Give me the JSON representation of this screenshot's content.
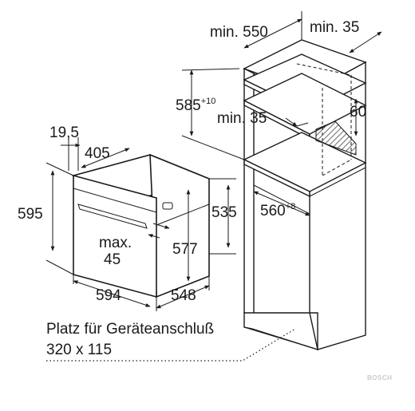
{
  "dimensions": {
    "niche_width": "min. 550",
    "side_gap": "min. 35",
    "niche_height_base": "585",
    "niche_height_sup": "+10",
    "vent_gap": "min. 35",
    "vent_depth": "60",
    "niche_inner_base": "560",
    "niche_inner_sup": "+8",
    "panel_thickness": "19,5",
    "oven_depth_top": "405",
    "oven_height": "595",
    "oven_body_height": "535",
    "handle_gap_line1": "max.",
    "handle_gap_line2": "45",
    "oven_inner_height": "577",
    "oven_width": "594",
    "oven_depth_bottom": "548"
  },
  "note": {
    "line1": "Platz für Geräteanschluß",
    "line2": "320 x 115"
  },
  "logo": "BOSCH"
}
